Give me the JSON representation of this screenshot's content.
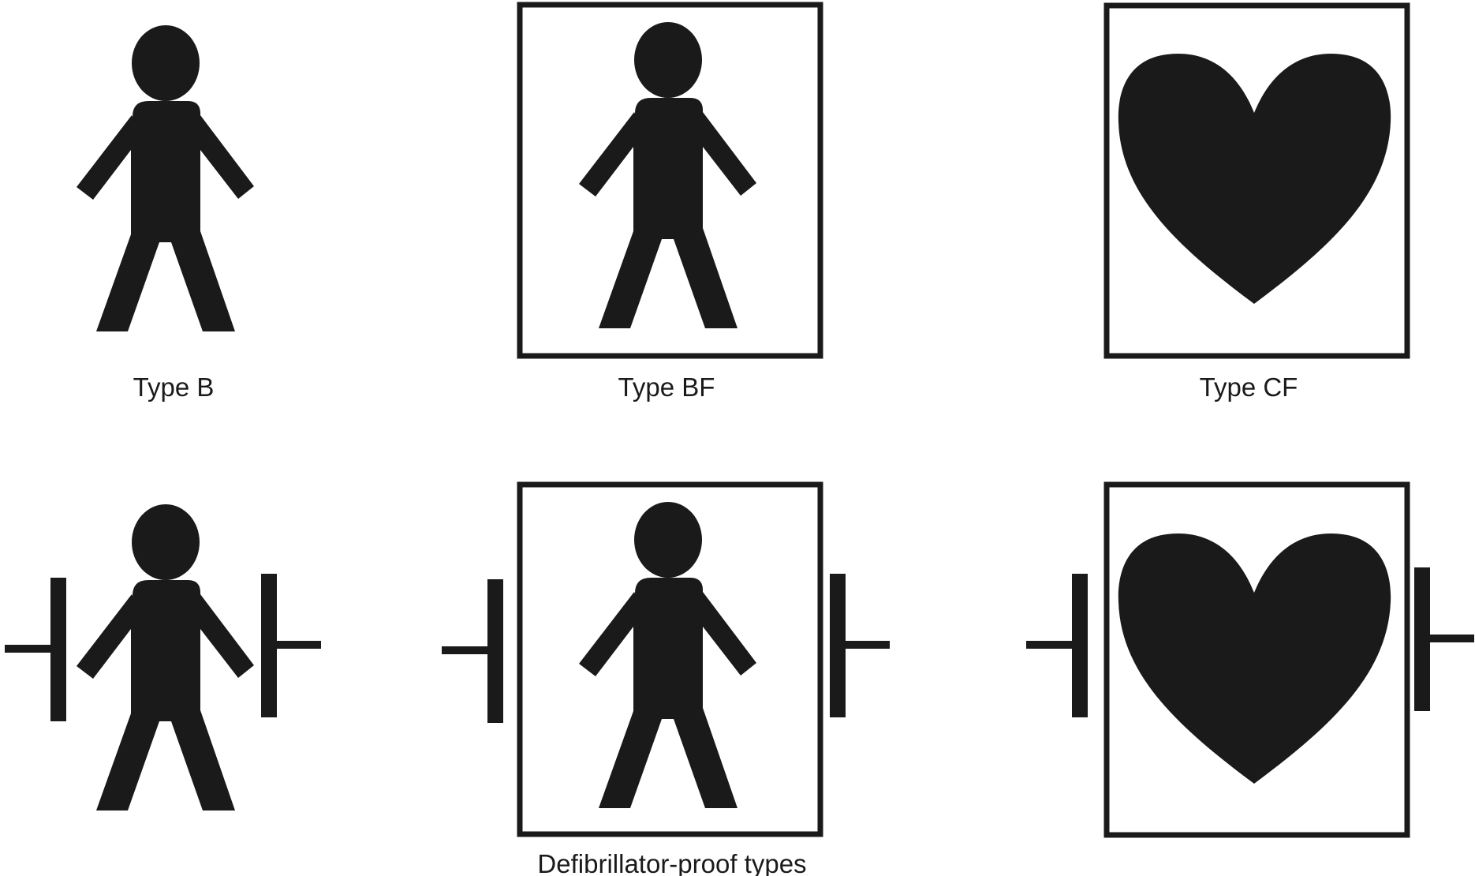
{
  "colors": {
    "symbol": "#1a1a1a",
    "background": "#ffffff"
  },
  "symbols": [
    {
      "id": "type-b",
      "icon": "person-icon",
      "framed": false,
      "defibrillator_proof": false,
      "label": "Type B"
    },
    {
      "id": "type-bf",
      "icon": "person-icon",
      "framed": true,
      "defibrillator_proof": false,
      "label": "Type BF"
    },
    {
      "id": "type-cf",
      "icon": "heart-icon",
      "framed": true,
      "defibrillator_proof": false,
      "label": "Type CF"
    },
    {
      "id": "defib-type-b",
      "icon": "person-icon",
      "framed": false,
      "defibrillator_proof": true
    },
    {
      "id": "defib-type-bf",
      "icon": "person-icon",
      "framed": true,
      "defibrillator_proof": true
    },
    {
      "id": "defib-type-cf",
      "icon": "heart-icon",
      "framed": true,
      "defibrillator_proof": true
    }
  ],
  "captions": {
    "type_b": "Type B",
    "type_bf": "Type BF",
    "type_cf": "Type CF",
    "defibrillator_proof": "Defibrillator-proof types"
  }
}
